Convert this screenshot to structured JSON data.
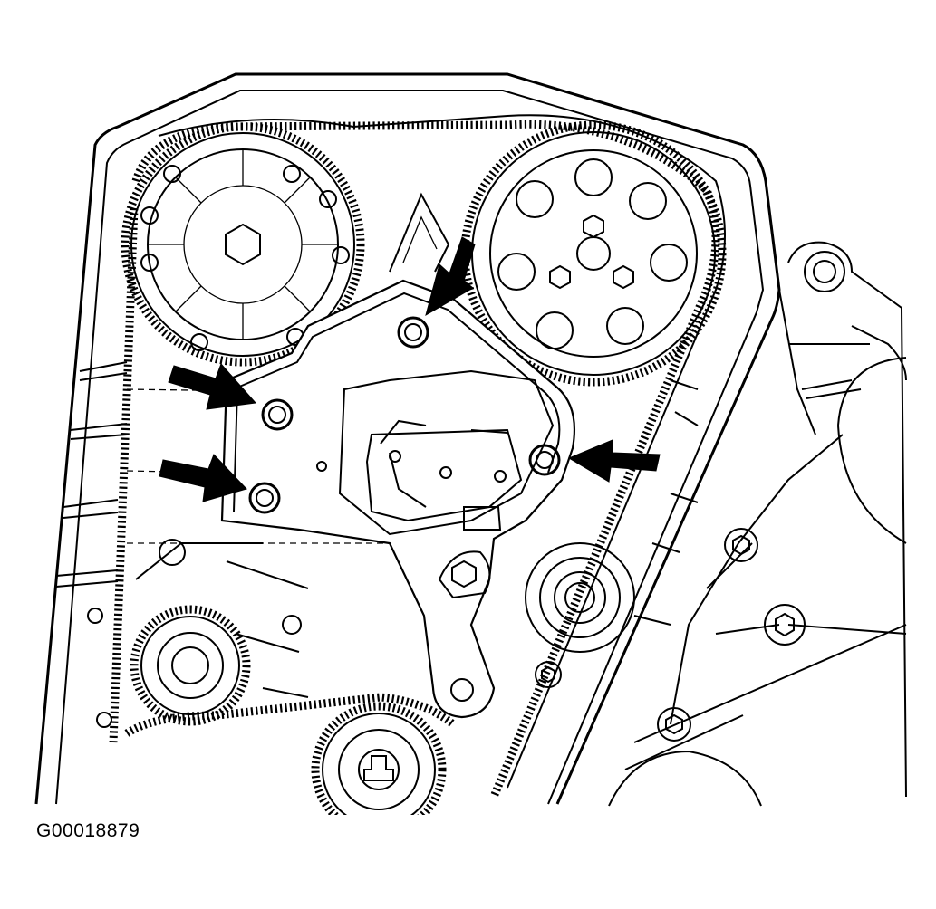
{
  "figure": {
    "id_label": "G00018879",
    "line_color": "#000000",
    "background_color": "#ffffff"
  },
  "callouts": {
    "count": 4,
    "marker": "black-arrow"
  }
}
